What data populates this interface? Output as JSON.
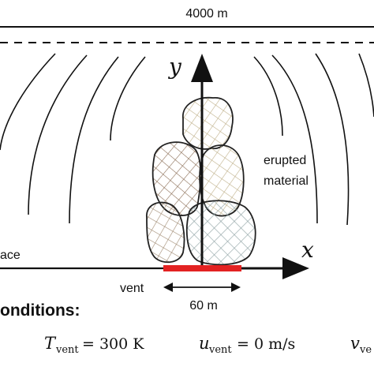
{
  "top_width_label": "4000 m",
  "axis": {
    "x": "x",
    "y": "y"
  },
  "labels": {
    "erupted_line1": "erupted",
    "erupted_line2": "material",
    "surface_partial": "ace",
    "vent": "vent",
    "vent_width": "60 m",
    "conditions_partial": "onditions:"
  },
  "conditions": {
    "t_vent": {
      "symbol": "T",
      "sub": "vent",
      "value": "= 300 K"
    },
    "u_vent": {
      "symbol": "u",
      "sub": "vent",
      "value": "= 0 m/s"
    },
    "v_vent": {
      "symbol": "v",
      "sub": "ve"
    }
  },
  "colors": {
    "vent": "#e32222",
    "line": "#111111"
  }
}
